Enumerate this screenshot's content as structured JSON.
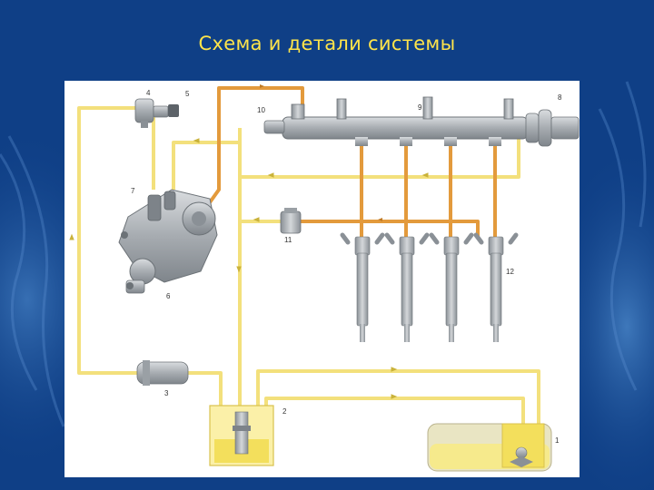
{
  "slide": {
    "title": "Схема и детали системы"
  },
  "diagram": {
    "labels": {
      "n1": "1",
      "n2": "2",
      "n3": "3",
      "n4": "4",
      "n5": "5",
      "n6": "6",
      "n7": "7",
      "n8": "8",
      "n9": "9",
      "n10": "10",
      "n11": "11",
      "n12": "12"
    }
  },
  "colors": {
    "background": "#0f3f86",
    "title": "#ffe44a",
    "low_pressure_line": "#f3e07c",
    "high_pressure_line": "#e39a3c",
    "component_grey": "#a9aeb3"
  }
}
